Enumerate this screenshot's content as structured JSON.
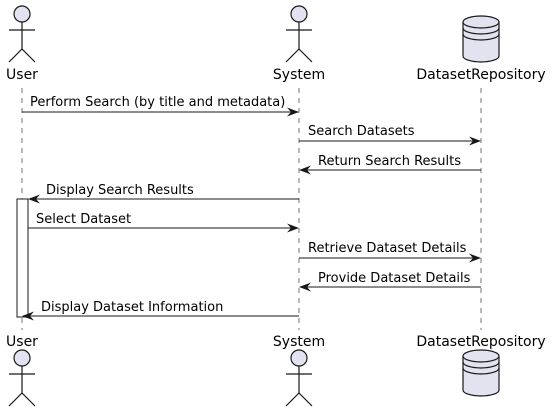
{
  "participants": [
    {
      "id": "user",
      "label": "User",
      "kind": "actor"
    },
    {
      "id": "system",
      "label": "System",
      "kind": "actor"
    },
    {
      "id": "repo",
      "label": "DatasetRepository",
      "kind": "database"
    }
  ],
  "messages": [
    {
      "from": "user",
      "to": "system",
      "label": "Perform Search (by title and metadata)"
    },
    {
      "from": "system",
      "to": "repo",
      "label": "Search Datasets"
    },
    {
      "from": "repo",
      "to": "system",
      "label": "Return Search Results"
    },
    {
      "from": "system",
      "to": "user",
      "label": "Display Search Results"
    },
    {
      "from": "user",
      "to": "system",
      "label": "Select Dataset"
    },
    {
      "from": "system",
      "to": "repo",
      "label": "Retrieve Dataset Details"
    },
    {
      "from": "repo",
      "to": "system",
      "label": "Provide Dataset Details"
    },
    {
      "from": "system",
      "to": "user",
      "label": "Display Dataset Information"
    }
  ],
  "colors": {
    "participant_fill": "#E2E2F0",
    "participant_stroke": "#181818",
    "lifeline": "#181818",
    "arrow": "#181818",
    "activation_fill": "#ffffff"
  }
}
